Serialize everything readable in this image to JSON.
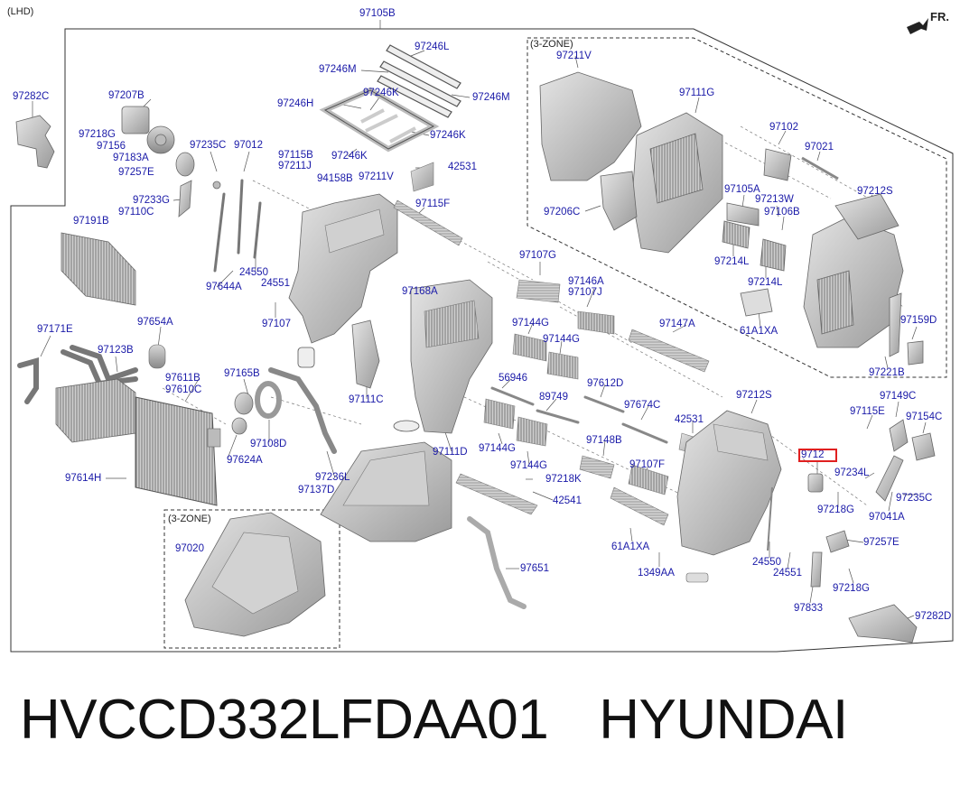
{
  "diagram": {
    "variant_label": "(LHD)",
    "direction_label": "FR.",
    "zone_label_top": "(3-ZONE)",
    "zone_label_bottom": "(3-ZONE)",
    "highlight_color": "#e02020",
    "label_color": "#1a1aa8",
    "part_labels": {
      "p97105B": "97105B",
      "p97282C": "97282C",
      "p97207B": "97207B",
      "p97218G_a": "97218G",
      "p97156": "97156",
      "p97183A": "97183A",
      "p97257E_a": "97257E",
      "p97235C_a": "97235C",
      "p97012": "97012",
      "p97233G": "97233G",
      "p97110C": "97110C",
      "p97191B": "97191B",
      "p97246L": "97246L",
      "p97246M_a": "97246M",
      "p97246M_b": "97246M",
      "p97246H": "97246H",
      "p97246K_a": "97246K",
      "p97246K_b": "97246K",
      "p97246K_c": "97246K",
      "p97115B": "97115B",
      "p97211J": "97211J",
      "p94158B": "94158B",
      "p97211V_a": "97211V",
      "p42531_a": "42531",
      "p97115F": "97115F",
      "p24550_a": "24550",
      "p24551_a": "24551",
      "p97644A": "97644A",
      "p97107": "97107",
      "p97171E": "97171E",
      "p97654A": "97654A",
      "p97123B": "97123B",
      "p97611B": "97611B",
      "p97610C": "97610C",
      "p97165B": "97165B",
      "p97108D": "97108D",
      "p97624A": "97624A",
      "p97614H": "97614H",
      "p97168A": "97168A",
      "p97111C": "97111C",
      "p97107G": "97107G",
      "p97146A": "97146A",
      "p97107J": "97107J",
      "p97144G_a": "97144G",
      "p97144G_b": "97144G",
      "p97147A": "97147A",
      "p56946": "56946",
      "p89749": "89749",
      "p97612D": "97612D",
      "p97674C": "97674C",
      "p97144G_c": "97144G",
      "p97144G_d": "97144G",
      "p97148B": "97148B",
      "p97111D": "97111D",
      "p97236L": "97236L",
      "p97137D": "97137D",
      "p97218K": "97218K",
      "p42541": "42541",
      "p97107F": "97107F",
      "p42531_b": "42531",
      "p61A1XA_a": "61A1XA",
      "p1349AA": "1349AA",
      "p97651": "97651",
      "p97020": "97020",
      "p97211V_b": "97211V",
      "p97111G": "97111G",
      "p97102": "97102",
      "p97021": "97021",
      "p97206C": "97206C",
      "p97105A": "97105A",
      "p97213W": "97213W",
      "p97106B": "97106B",
      "p97212S_a": "97212S",
      "p97214L_a": "97214L",
      "p97214L_b": "97214L",
      "p61A1XA_b": "61A1XA",
      "p97159D": "97159D",
      "p97221B": "97221B",
      "p97212S_b": "97212S",
      "p97149C": "97149C",
      "p97115E": "97115E",
      "p97154C": "97154C",
      "p9712x": "9712",
      "p97234L": "97234L",
      "p97218G_b": "97218G",
      "p97041A": "97041A",
      "p97235C_b": "97235C",
      "p97257E_b": "97257E",
      "p24550_b": "24550",
      "p24551_b": "24551",
      "p97218G_c": "97218G",
      "p97833": "97833",
      "p97282D": "97282D"
    }
  },
  "footer": {
    "part_code": "HVCCD332LFDAA01",
    "brand": "HYUNDAI"
  }
}
